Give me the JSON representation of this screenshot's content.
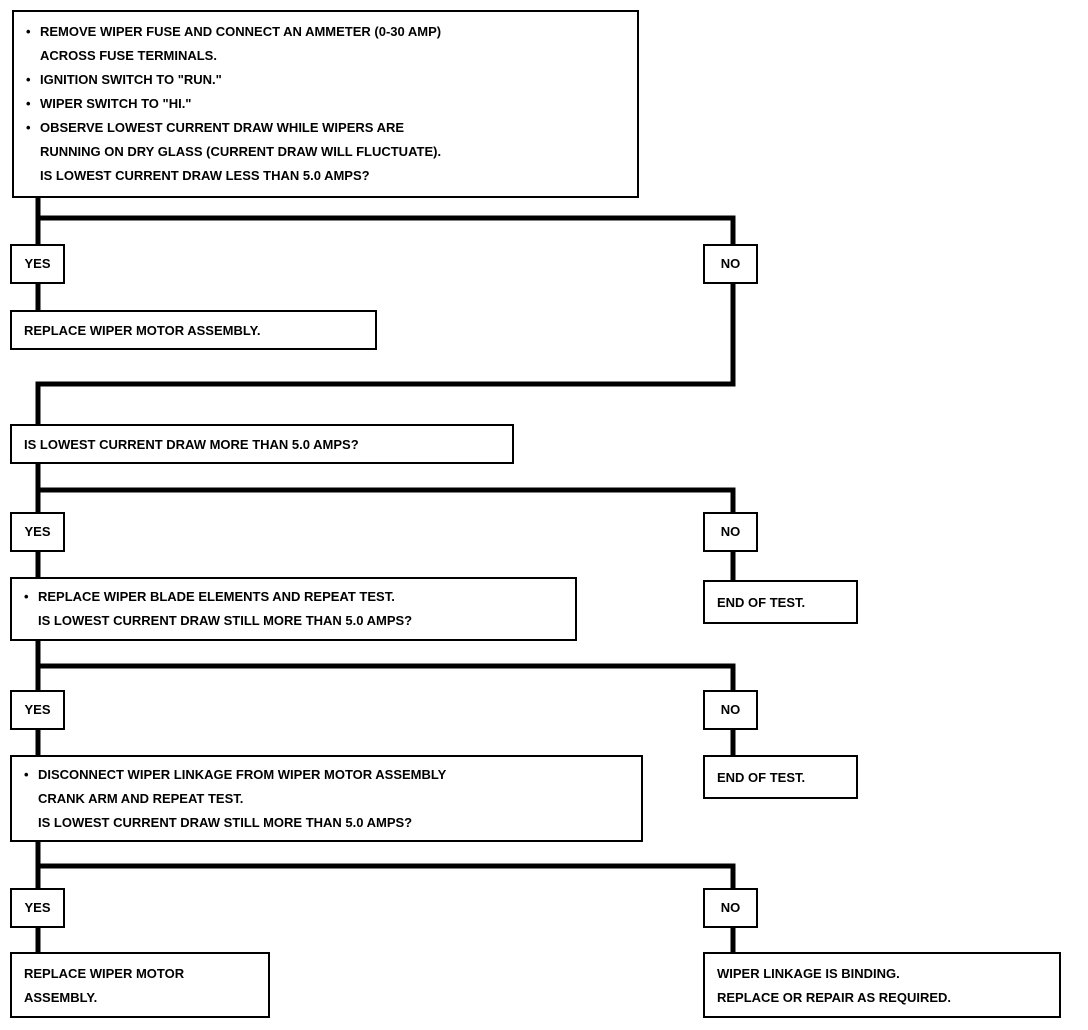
{
  "box1": {
    "items": [
      [
        "REMOVE WIPER FUSE AND CONNECT AN AMMETER (0-30 AMP)",
        "ACROSS FUSE TERMINALS."
      ],
      [
        "IGNITION SWITCH TO \"RUN.\""
      ],
      [
        "WIPER SWITCH TO \"HI.\""
      ],
      [
        "OBSERVE LOWEST CURRENT DRAW WHILE WIPERS ARE",
        "RUNNING ON DRY GLASS (CURRENT DRAW WILL FLUCTUATE).",
        "IS LOWEST CURRENT DRAW LESS THAN 5.0 AMPS?"
      ]
    ]
  },
  "yes_label": "YES",
  "no_label": "NO",
  "bullet": "•",
  "box_replace_1": "REPLACE WIPER MOTOR ASSEMBLY.",
  "box_q2": "IS LOWEST CURRENT DRAW MORE THAN 5.0 AMPS?",
  "box_blade": {
    "lines": [
      "REPLACE WIPER BLADE ELEMENTS AND REPEAT TEST.",
      "IS LOWEST CURRENT DRAW STILL MORE THAN 5.0 AMPS?"
    ]
  },
  "end_of_test": "END OF TEST.",
  "box_linkage": {
    "lines": [
      "DISCONNECT WIPER LINKAGE FROM WIPER MOTOR ASSEMBLY",
      "CRANK ARM AND REPEAT TEST.",
      "IS LOWEST CURRENT DRAW STILL MORE THAN 5.0 AMPS?"
    ]
  },
  "box_replace_2": [
    "REPLACE WIPER MOTOR",
    "ASSEMBLY."
  ],
  "box_binding": [
    "WIPER LINKAGE IS BINDING.",
    "REPLACE OR REPAIR AS REQUIRED."
  ]
}
